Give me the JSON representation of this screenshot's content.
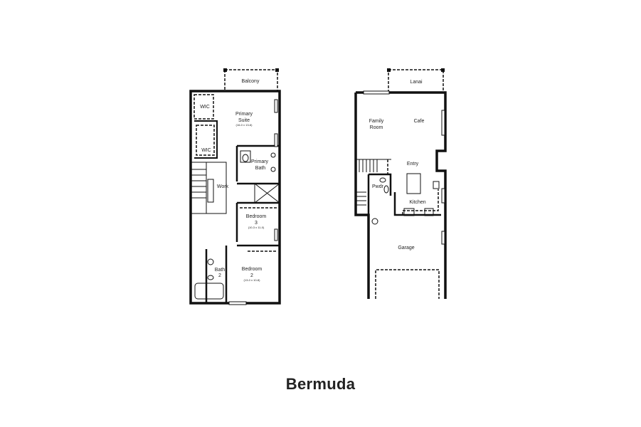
{
  "title": "Bermuda",
  "second_floor": {
    "rooms": {
      "balcony": "Balcony",
      "primary_suite": "Primary",
      "primary_suite_2": "Suite",
      "primary_suite_dims": "(16-0 x 13-6)",
      "wic_1": "WIC",
      "wic_2": "WIC",
      "primary_bath": "Primary",
      "primary_bath_2": "Bath",
      "work": "Work",
      "bedroom3": "Bedroom",
      "bedroom3_num": "3",
      "bedroom3_dims": "(10-3 x 11-0)",
      "bedroom2": "Bedroom",
      "bedroom2_num": "2",
      "bedroom2_dims": "(13-0 x 10-8)",
      "bath2": "Bath",
      "bath2_num": "2"
    }
  },
  "first_floor": {
    "rooms": {
      "lanai": "Lanai",
      "family_room": "Family",
      "family_room_2": "Room",
      "cafe": "Cafe",
      "entry": "Entry",
      "pwdr": "Pwdr",
      "kitchen": "Kitchen",
      "garage": "Garage"
    }
  }
}
